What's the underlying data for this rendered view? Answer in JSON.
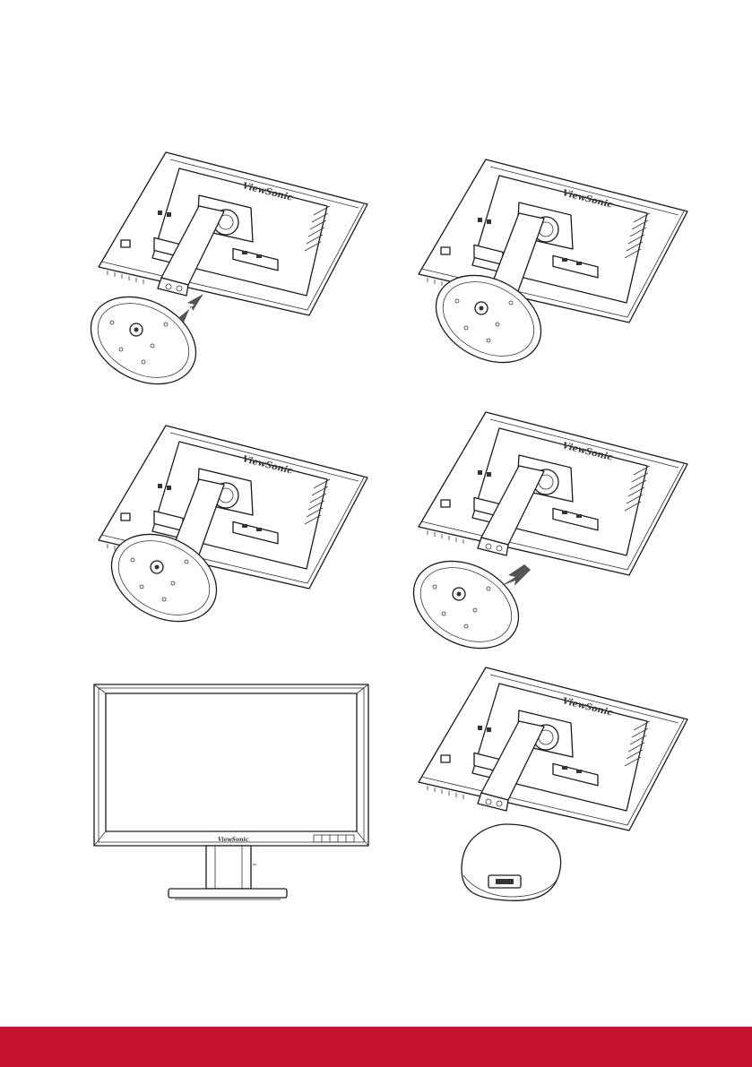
{
  "brand": {
    "logo_text": "ViewSonic"
  },
  "colors": {
    "footer_bar": "#c4122f",
    "arrow": "#555555",
    "line": "#1a1a1a"
  },
  "steps": [
    {
      "id": 1,
      "scene": "monitor-back-attach-base",
      "arrow": "down-right"
    },
    {
      "id": 2,
      "scene": "monitor-back-base-attached"
    },
    {
      "id": 3,
      "scene": "monitor-back-base-attached-alt"
    },
    {
      "id": 4,
      "scene": "monitor-back-detach-base",
      "arrow": "down-left"
    },
    {
      "id": 5,
      "scene": "monitor-front-upright"
    },
    {
      "id": 6,
      "scene": "monitor-back-base-cover"
    }
  ]
}
